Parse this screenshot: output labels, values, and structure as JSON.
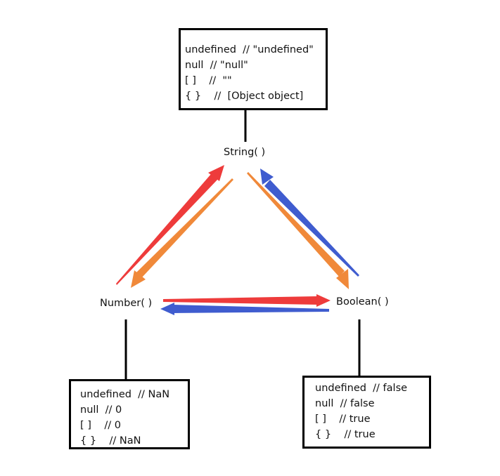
{
  "nodes": {
    "string": {
      "label": "String( )",
      "conversions": [
        "undefined  // \"undefined\"",
        "null  // \"null\"",
        "[ ]    //  \"\"",
        "{ }    //  [Object object]"
      ]
    },
    "number": {
      "label": "Number( )",
      "conversions": [
        "undefined  // NaN",
        "null  // 0",
        "[ ]    // 0",
        "{ }    // NaN"
      ]
    },
    "boolean": {
      "label": "Boolean( )",
      "conversions": [
        "undefined  // false",
        "null  // false",
        "[ ]    // true",
        "{ }    // true"
      ]
    }
  },
  "colors": {
    "red": "#ee3b3b",
    "orange": "#f0893a",
    "blue": "#3f5ccf",
    "line": "#000000"
  }
}
